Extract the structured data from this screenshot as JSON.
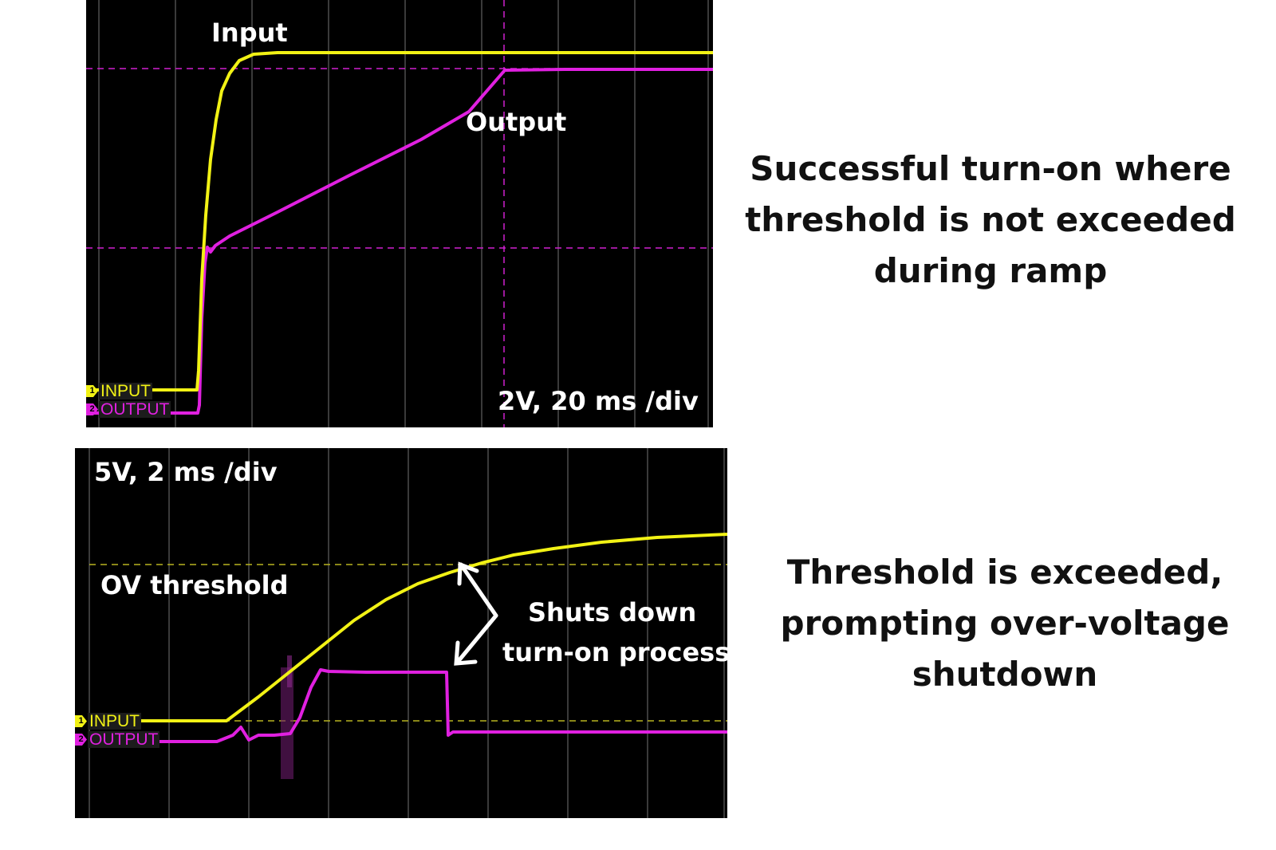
{
  "colors": {
    "input_trace": "#f2f215",
    "output_trace": "#e020e0",
    "scope_background": "#000000",
    "label_text": "#ffffff",
    "caption_text": "#111111"
  },
  "top_scope": {
    "input_label": "Input",
    "output_label": "Output",
    "scale_label": "2V, 20 ms /div",
    "channel_1_number": "1",
    "channel_1_tag": "INPUT",
    "channel_2_number": "2",
    "channel_2_tag": "OUTPUT"
  },
  "bottom_scope": {
    "scale_label": "5V, 2 ms /div",
    "threshold_label": "OV threshold",
    "annotation_line_1": "Shuts down",
    "annotation_line_2": "turn-on process",
    "channel_1_number": "1",
    "channel_1_tag": "INPUT",
    "channel_2_number": "2",
    "channel_2_tag": "OUTPUT"
  },
  "captions": {
    "top": "Successful turn-on where\nthreshold is not exceeded\nduring ramp",
    "bottom": "Threshold is exceeded,\nprompting over-voltage\nshutdown"
  }
}
